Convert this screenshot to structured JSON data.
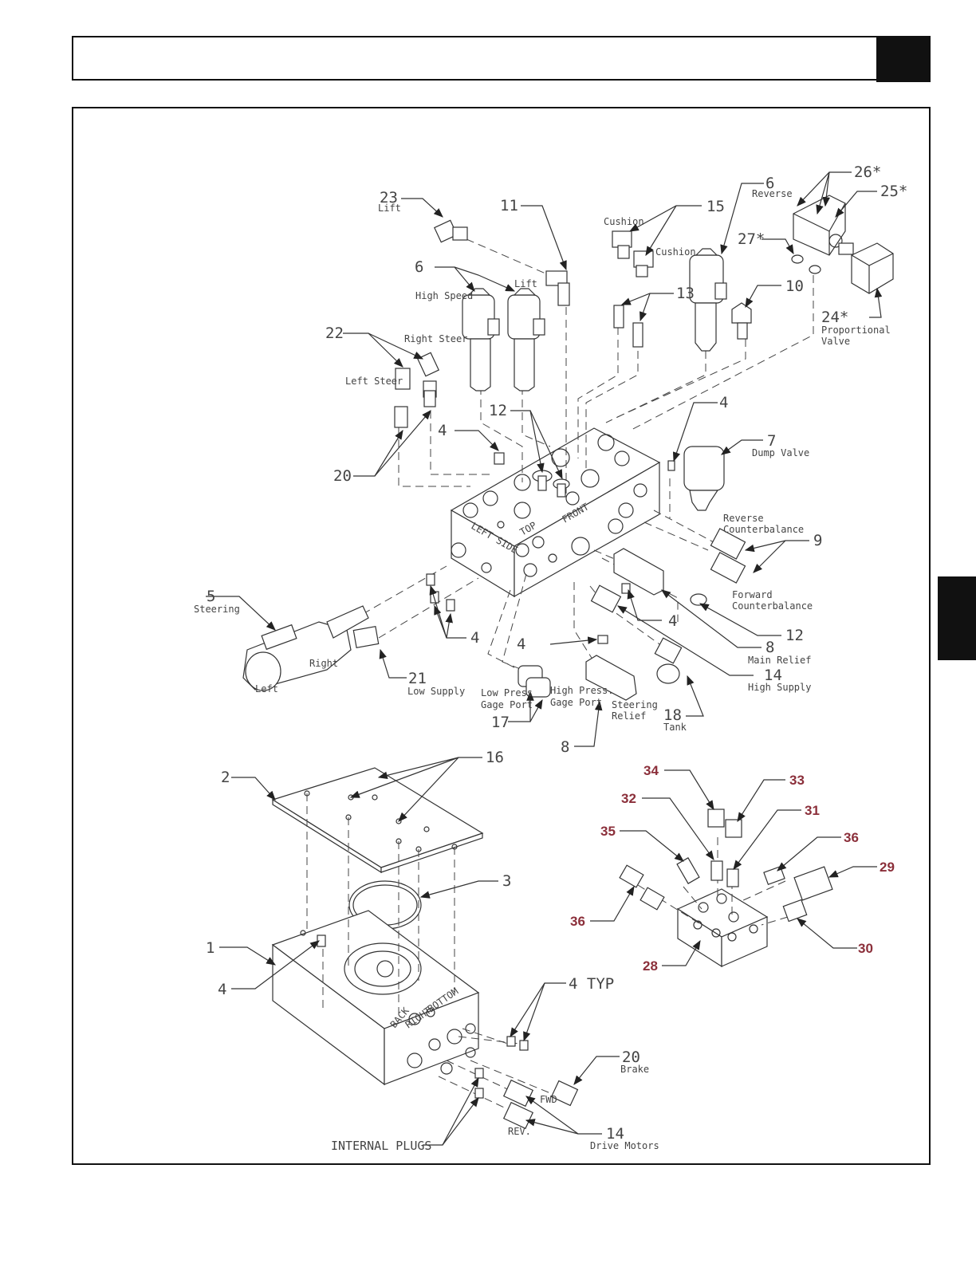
{
  "header": {
    "title": ""
  },
  "callouts": {
    "n23": "23",
    "lift_a": "Lift",
    "n11": "11",
    "n6a": "6",
    "high_speed": "High Speed",
    "lift_b": "Lift",
    "n15": "15",
    "cushion_a": "Cushion",
    "cushion_b": "Cushion",
    "n6b": "6",
    "reverse": "Reverse",
    "n26": "26*",
    "n25": "25*",
    "n27": "27*",
    "n10": "10",
    "n13": "13",
    "n24": "24*",
    "proportional": "Proportional",
    "valve": "Valve",
    "n22": "22",
    "right_steer": "Right Steer",
    "left_steer": "Left Steer",
    "n12a": "12",
    "n4a": "4",
    "n4b": "4",
    "n7": "7",
    "dump_valve": "Dump Valve",
    "n20a": "20",
    "reverse_cb": "Reverse",
    "counterbalance_a": "Counterbalance",
    "n9": "9",
    "forward_cb": "Forward",
    "counterbalance_b": "Counterbalance",
    "n5": "5",
    "steering": "Steering",
    "right": "Right",
    "left": "Left",
    "n4c": "4",
    "n4d": "4",
    "n4e": "4",
    "n12b": "12",
    "n8a": "8",
    "main_relief": "Main Relief",
    "n14a": "14",
    "high_supply": "High Supply",
    "n21": "21",
    "low_supply": "Low Supply",
    "low_press": "Low Press",
    "gage_port_a": "Gage Port",
    "high_press": "High Press.",
    "gage_port_b": "Gage Port",
    "n17": "17",
    "steering_relief_a": "Steering",
    "steering_relief_b": "Relief",
    "n18": "18",
    "tank": "Tank",
    "n8b": "8",
    "n2": "2",
    "n16": "16",
    "n3": "3",
    "n1": "1",
    "n4f": "4",
    "n4typ": "4 TYP",
    "n20b": "20",
    "brake": "Brake",
    "fwd": "FWD",
    "rev": "REV.",
    "n14b": "14",
    "drive_motors": "Drive Motors",
    "internal_plugs": "INTERNAL PLUGS",
    "left_side": "LEFT SIDE",
    "top": "TOP",
    "front": "FRONT",
    "back": "BACK",
    "bottom": "BOTTOM",
    "right_side": "RIGHT"
  },
  "callouts_red": {
    "n34": "34",
    "n33": "33",
    "n32": "32",
    "n31": "31",
    "n35": "35",
    "n36a": "36",
    "n29": "29",
    "n36b": "36",
    "n30": "30",
    "n28": "28"
  },
  "colors": {
    "frame": "#111111",
    "tab": "#111111",
    "red_callout": "#8b2f3a"
  }
}
